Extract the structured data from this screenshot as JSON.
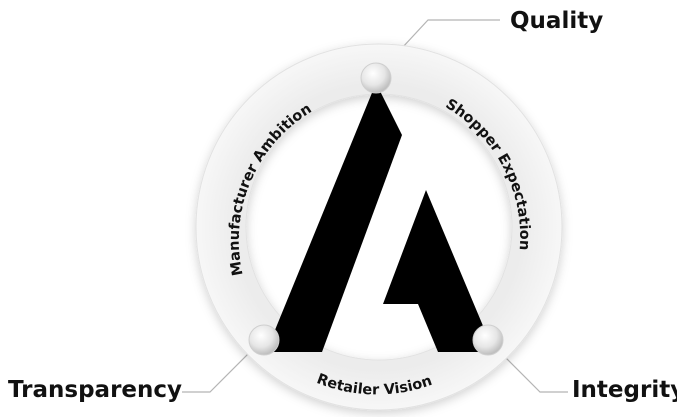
{
  "diagram": {
    "values": {
      "top": "Quality",
      "bottom_left": "Transparency",
      "bottom_right": "Integrity"
    },
    "ring_labels": {
      "left": "Manufacturer Ambition",
      "right": "Shopper Expectation",
      "bottom": "Retailer Vision"
    },
    "colors": {
      "ring": "#f2f2f2",
      "mark": "#000000",
      "connector": "#b5b5b5",
      "text": "#111111"
    },
    "icons": [
      "stylized-a-logo-icon",
      "node-dot-icon"
    ]
  }
}
